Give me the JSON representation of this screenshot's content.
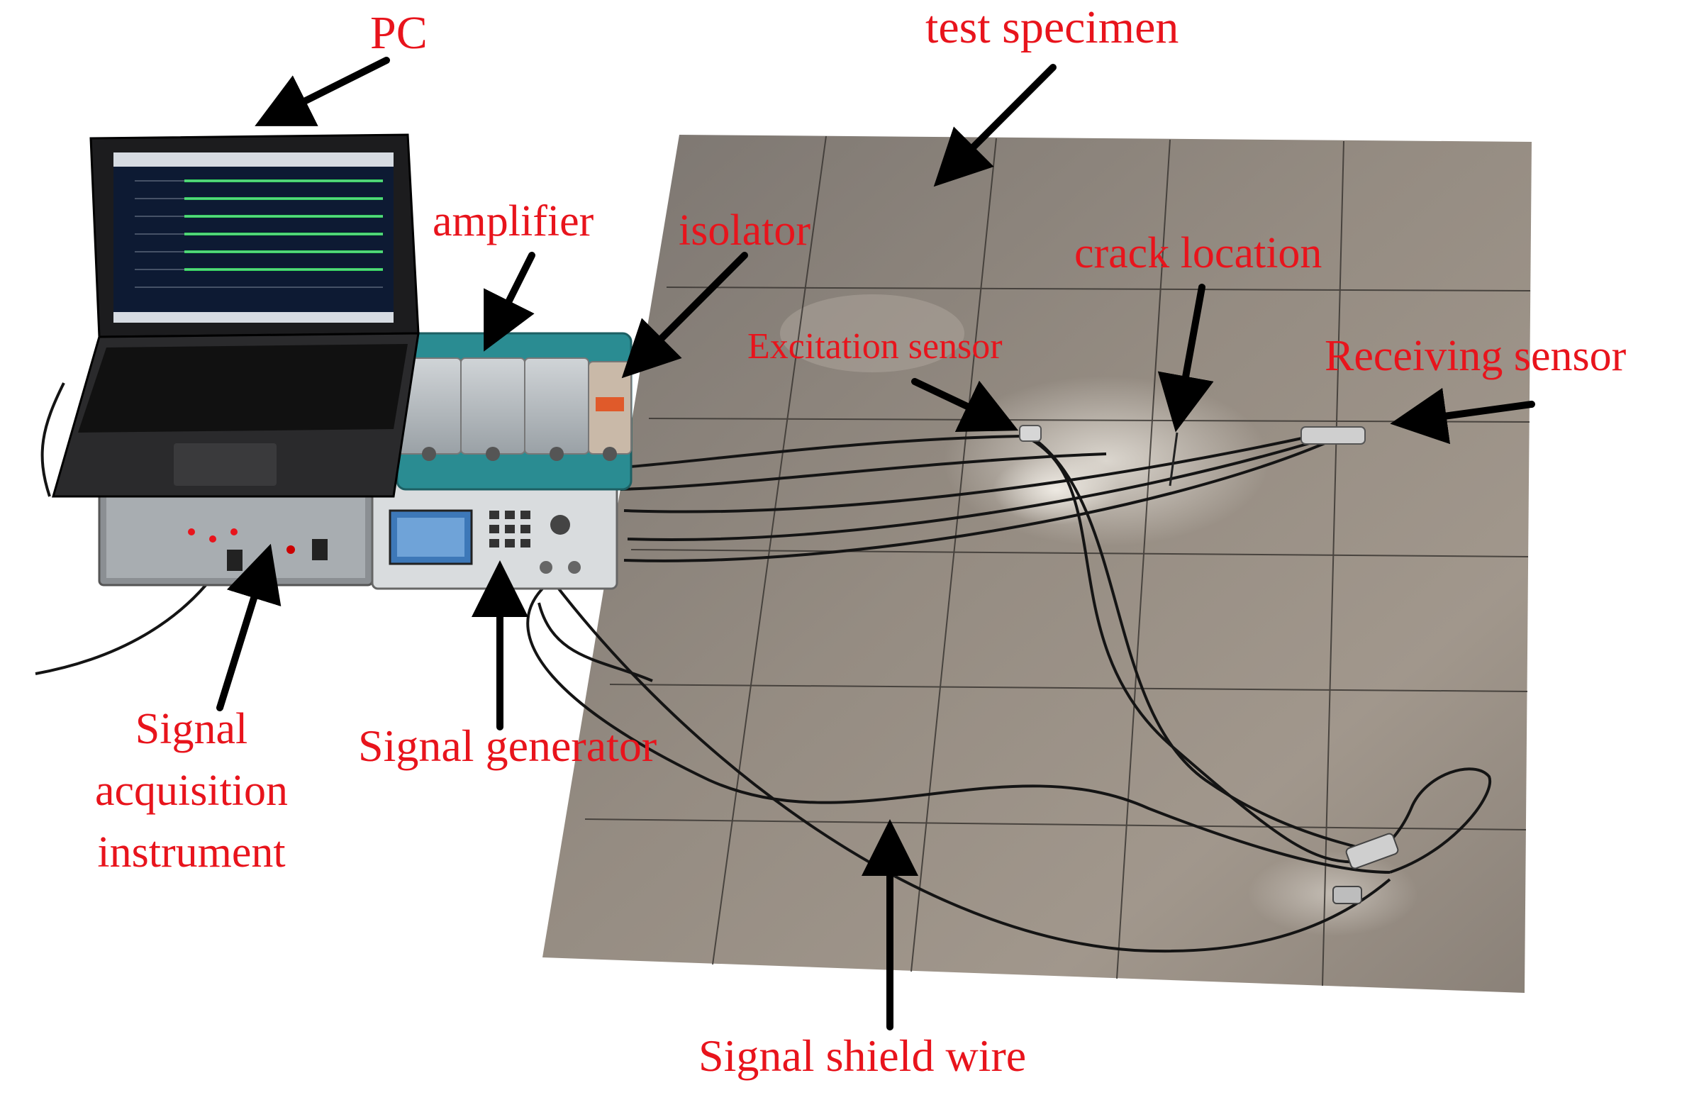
{
  "labels": {
    "pc": "PC",
    "test_specimen": "test specimen",
    "amplifier": "amplifier",
    "isolator": "isolator",
    "crack_location": "crack location",
    "excitation_sensor": "Excitation sensor",
    "receiving_sensor": "Receiving sensor",
    "signal_acquisition": [
      "Signal",
      "acquisition",
      "instrument"
    ],
    "signal_generator": "Signal generator",
    "signal_shield_wire": "Signal shield wire"
  },
  "colors": {
    "label_text": "#e8141c",
    "arrow": "#000000",
    "plate": "#8d847c",
    "grid_lines": "#3a3632",
    "screen_bg": "#0d1a33",
    "waveform": "#2fd35a",
    "amplifier_box": "#b9bec2",
    "device_panel": "#2a8c92"
  },
  "icons": {
    "arrow": "black-arrow-icon",
    "laptop": "laptop-illustration",
    "plate": "steel-plate-illustration"
  }
}
